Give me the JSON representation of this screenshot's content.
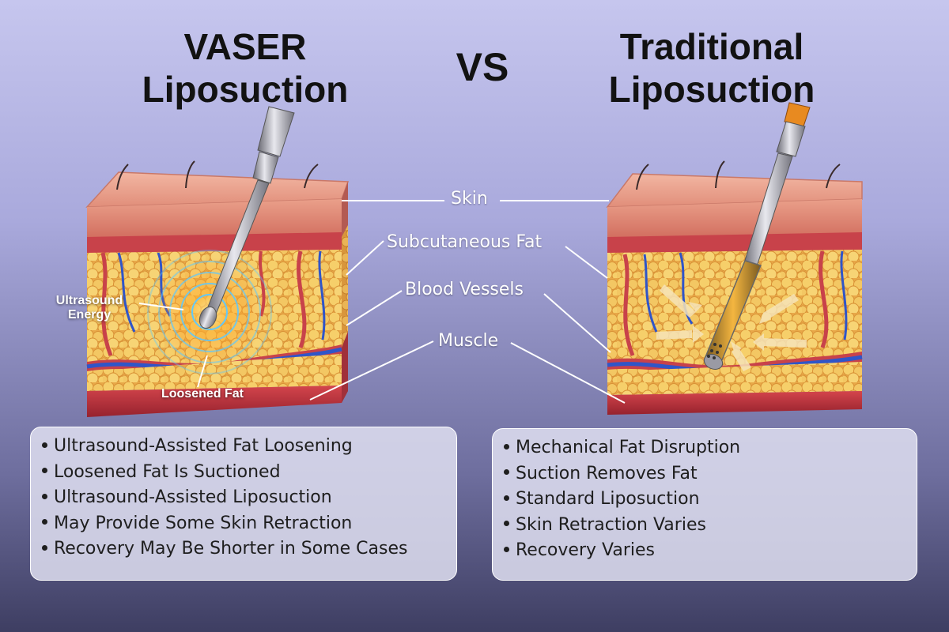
{
  "titles": {
    "left_line1": "VASER",
    "left_line2": "Liposuction",
    "vs": "VS",
    "right_line1": "Traditional",
    "right_line2": "Liposuction"
  },
  "labels": {
    "skin": "Skin",
    "subcutaneous_fat": "Subcutaneous Fat",
    "blood_vessels": "Blood Vessels",
    "muscle": "Muscle",
    "ultrasound_line1": "Ultrasound",
    "ultrasound_line2": "Energy",
    "loosened_fat": "Loosened Fat"
  },
  "left_list": [
    "Ultrasound-Assisted Fat Loosening",
    "Loosened Fat Is Suctioned",
    "Ultrasound-Assisted Liposuction",
    "May Provide Some Skin Retraction",
    "Recovery May Be Shorter in Some Cases"
  ],
  "right_list": [
    "Mechanical Fat Disruption",
    "Suction Removes Fat",
    "Standard Liposuction",
    "Skin Retraction Varies",
    "Recovery Varies"
  ],
  "colors": {
    "skin": "#e7a28e",
    "dermis": "#c8424a",
    "fat": "#f0c05a",
    "muscle": "#b8303a",
    "vein": "#3055c8",
    "ultrasound": "#5cc8ff",
    "cannula": "#b4b4bc"
  },
  "icons": [
    "ultrasound-waves-icon",
    "suction-arrows-icon",
    "cannula-icon"
  ]
}
